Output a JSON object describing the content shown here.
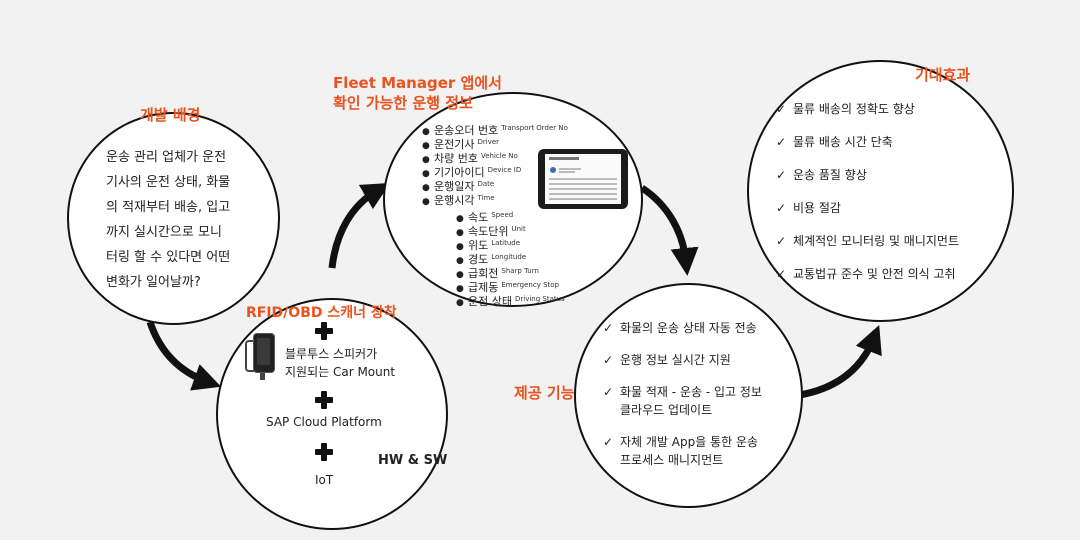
{
  "background": {
    "title": "개발 배경",
    "body_lines": [
      "운송 관리 업체가 운전",
      "기사의 운전 상태, 화물",
      "의 적재부터 배송, 입고",
      "까지 실시간으로 모니",
      "터링 할 수 있다면 어떤",
      "변화가 일어날까?"
    ]
  },
  "hwsw": {
    "title": "RFID/OBD 스캐너 장착",
    "car_mount_line1": "블루투스 스피커가",
    "car_mount_line2": "지원되는 Car Mount",
    "platform": "SAP Cloud Platform",
    "iot": "IoT",
    "tag": "HW & SW"
  },
  "fleet": {
    "title_line1": "Fleet Manager 앱에서",
    "title_line2": "확인 가능한 운행 정보",
    "items": [
      {
        "ko": "운송오더 번호",
        "en": "Transport Order No"
      },
      {
        "ko": "운전기사",
        "en": "Driver"
      },
      {
        "ko": "차량 번호",
        "en": "Vehicle No"
      },
      {
        "ko": "기기아이디",
        "en": "Device ID"
      },
      {
        "ko": "운행일자",
        "en": "Date"
      },
      {
        "ko": "운행시각",
        "en": "Time"
      }
    ],
    "sub_items": [
      {
        "ko": "속도",
        "en": "Speed"
      },
      {
        "ko": "속도단위",
        "en": "Unit"
      },
      {
        "ko": "위도",
        "en": "Latitude"
      },
      {
        "ko": "경도",
        "en": "Longitude"
      },
      {
        "ko": "급회전",
        "en": "Sharp Turn"
      },
      {
        "ko": "급제동",
        "en": "Emergency Stop"
      },
      {
        "ko": "운전 상태",
        "en": "Driving Status"
      }
    ]
  },
  "features": {
    "title": "제공 기능",
    "items": [
      {
        "lines": [
          "화물의 운송 상태 자동 전송"
        ]
      },
      {
        "lines": [
          "운행 정보 실시간 지원"
        ]
      },
      {
        "lines": [
          "화물 적재 - 운송 - 입고 정보",
          "클라우드 업데이트"
        ]
      },
      {
        "lines": [
          "자체 개발 App을 통한 운송",
          "프로세스 매니지먼트"
        ]
      }
    ]
  },
  "effects": {
    "title": "기대효과",
    "items": [
      "물류 배송의 정확도 향상",
      "물류 배송 시간 단축",
      "운송 품질 향상",
      "비용 절감",
      "체계적인 모니터링 및 매니지먼트",
      "교통법규 준수 및 안전 의식 고취"
    ]
  },
  "colors": {
    "accent": "#e8531f",
    "outline": "#111111",
    "background": "#f2f2f2"
  }
}
